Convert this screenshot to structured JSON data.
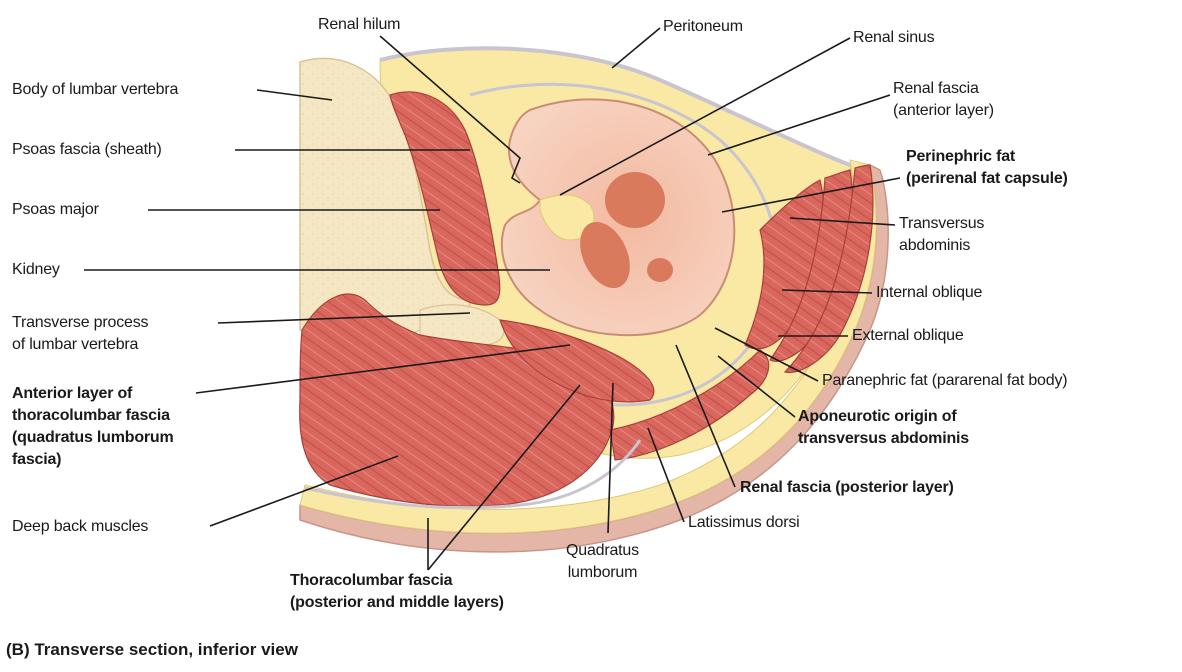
{
  "figure": {
    "caption": "(B) Transverse section, inferior view",
    "labels": {
      "renal_hilum": "Renal hilum",
      "peritoneum": "Peritoneum",
      "renal_sinus": "Renal sinus",
      "body_of_lumbar_vertebra": "Body of lumbar vertebra",
      "renal_fascia_anterior": [
        "Renal fascia",
        "(anterior layer)"
      ],
      "psoas_fascia": "Psoas fascia (sheath)",
      "perinephric_fat": [
        "Perinephric fat",
        "(perirenal fat capsule)"
      ],
      "psoas_major": "Psoas major",
      "transversus_abdominis": [
        "Transversus",
        "abdominis"
      ],
      "kidney": "Kidney",
      "internal_oblique": "Internal oblique",
      "transverse_process": [
        "Transverse process",
        "of lumbar vertebra"
      ],
      "external_oblique": "External oblique",
      "paranephric_fat": "Paranephric fat (pararenal fat body)",
      "anterior_layer_tlf": [
        "Anterior layer of",
        "thoracolumbar fascia",
        "(quadratus lumborum",
        "fascia)"
      ],
      "aponeurotic_origin": [
        "Aponeurotic origin of",
        "transversus abdominis"
      ],
      "renal_fascia_posterior": "Renal fascia (posterior layer)",
      "deep_back_muscles": "Deep back muscles",
      "latissimus_dorsi": "Latissimus dorsi",
      "quadratus_lumborum": [
        "Quadratus",
        "lumborum"
      ],
      "thoracolumbar_fascia": [
        "Thoracolumbar fascia",
        "(posterior and middle layers)"
      ]
    },
    "colors": {
      "bone": "#f6e7c4",
      "fat": "#f9e9a4",
      "muscle": "#d9675e",
      "muscle_dark": "#b84a42",
      "kidney": "#f5c9b3",
      "medulla": "#d97a5c",
      "fascia": "#c9c4cf",
      "skin": "#e3b6a8"
    }
  }
}
